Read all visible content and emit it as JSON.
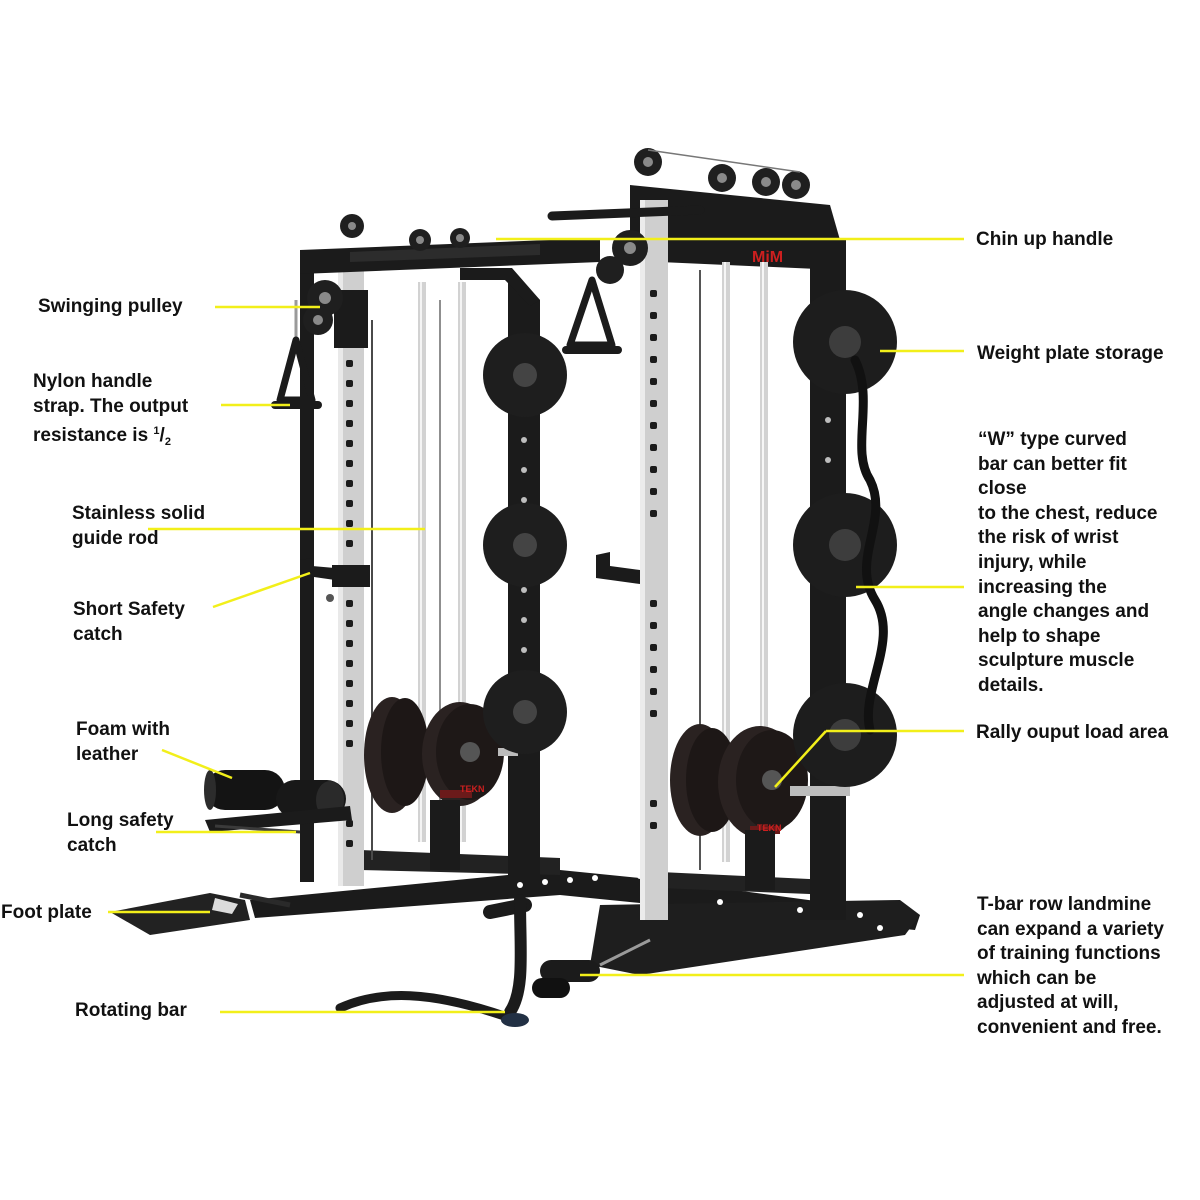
{
  "brand": {
    "rack_logo": "MiM",
    "plate_logo": "TEKN"
  },
  "colors": {
    "leader_line": "#f2ef1a",
    "frame": "#1b1b1b",
    "upright_steel": "#c9c9c9",
    "plate": "#232323",
    "text": "#111111",
    "logo_accent": "#cc1f1f"
  },
  "labels": {
    "chin_up_handle": "Chin up handle",
    "swinging_pulley": "Swinging pulley",
    "weight_plate_storage": "Weight plate storage",
    "nylon_handle_strap_main": "Nylon handle\nstrap. The output\nresistance is ",
    "nylon_handle_strap_num": "1",
    "nylon_handle_strap_den": "2",
    "w_curved_bar": "“W” type curved\nbar can better fit\nclose\nto the chest, reduce\nthe risk of wrist\ninjury, while\nincreasing the\nangle changes and\nhelp to shape\nsculpture muscle\ndetails.",
    "stainless_guide_rod": "Stainless solid\nguide rod",
    "short_safety_catch": "Short Safety\ncatch",
    "foam_with_leather": "Foam with\nleather",
    "rally_output_load_area": "Rally ouput load area",
    "long_safety_catch": "Long safety\ncatch",
    "foot_plate": "Foot plate",
    "t_bar_row_landmine": "T-bar row landmine\ncan expand a variety\nof training functions\nwhich can be\nadjusted at will,\nconvenient and free.",
    "rotating_bar": "Rotating bar"
  }
}
